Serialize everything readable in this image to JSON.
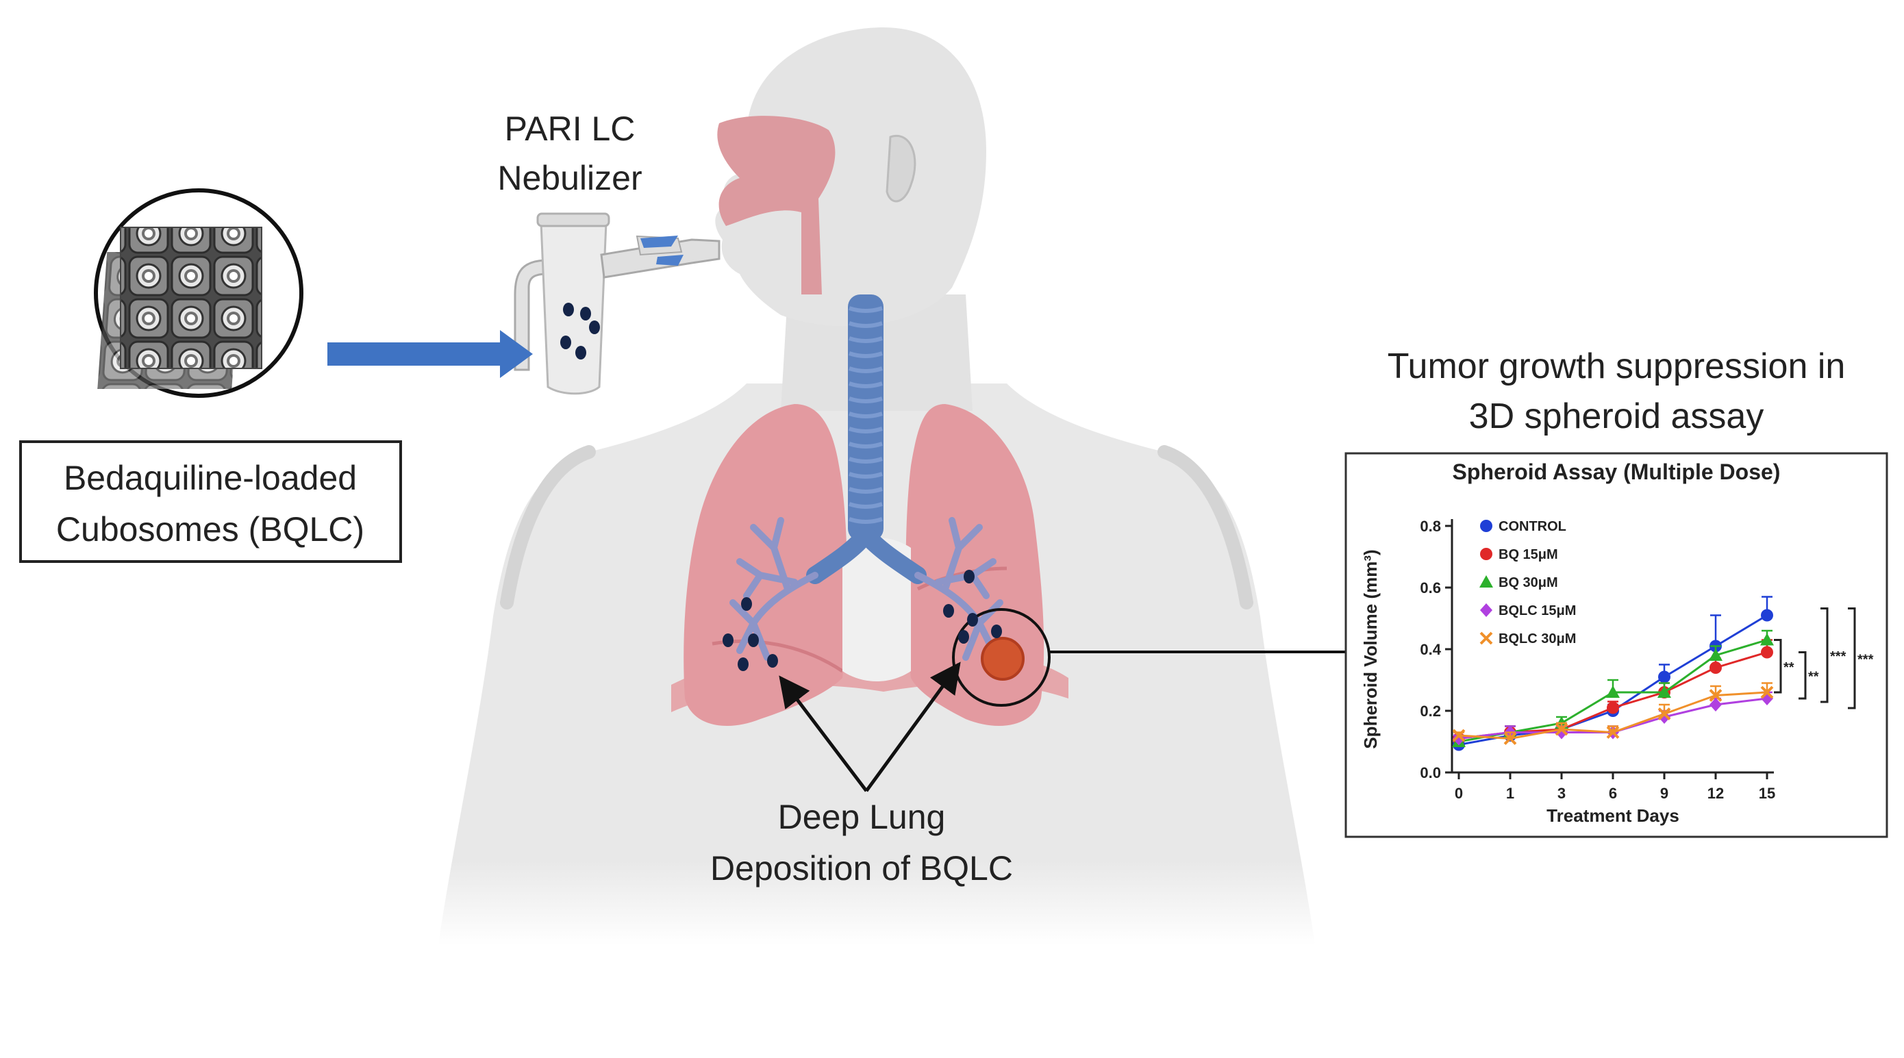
{
  "labels": {
    "nebulizer_line1": "PARI LC",
    "nebulizer_line2": "Nebulizer",
    "cubosome_line1": "Bedaquiline-loaded",
    "cubosome_line2": "Cubosomes (BQLC)",
    "deposition_line1": "Deep Lung",
    "deposition_line2": "Deposition of BQLC",
    "chart_heading_line1": "Tumor growth suppression in",
    "chart_heading_line2": "3D spheroid assay"
  },
  "colors": {
    "body": "#e6e6e6",
    "body_shadow": "#d2d2d2",
    "airway": "#dc9a9f",
    "lung": "#e39aa0",
    "lung_dark": "#d27c84",
    "bronchi": "#8d95c8",
    "trachea": "#5c81bd",
    "arrow": "#3f73c3",
    "particle": "#142448",
    "tumor": "#d1552e"
  },
  "chart_data": {
    "type": "line",
    "title": "Spheroid Assay (Multiple Dose)",
    "xlabel": "Treatment Days",
    "ylabel": "Spheroid Volume (mm³)",
    "x": [
      0,
      1,
      3,
      6,
      9,
      12,
      15
    ],
    "ylim": [
      0,
      0.8
    ],
    "yticks": [
      "0.0",
      "0.2",
      "0.4",
      "0.6",
      "0.8"
    ],
    "series": [
      {
        "name": "CONTROL",
        "color": "#1f3fd6",
        "marker": "circle",
        "values": [
          0.09,
          0.12,
          0.14,
          0.2,
          0.31,
          0.41,
          0.51
        ],
        "errors": [
          0.01,
          0.03,
          0.02,
          0.02,
          0.04,
          0.1,
          0.06
        ]
      },
      {
        "name": "BQ 15μM",
        "color": "#e02828",
        "marker": "circle",
        "values": [
          0.11,
          0.13,
          0.14,
          0.21,
          0.26,
          0.34,
          0.39
        ],
        "errors": [
          0.01,
          0.02,
          0.02,
          0.02,
          0.03,
          0.03,
          0.04
        ]
      },
      {
        "name": "BQ 30μM",
        "color": "#2cb02c",
        "marker": "triangle",
        "values": [
          0.1,
          0.13,
          0.16,
          0.26,
          0.26,
          0.38,
          0.43
        ],
        "errors": [
          0.01,
          0.02,
          0.02,
          0.04,
          0.03,
          0.03,
          0.03
        ]
      },
      {
        "name": "BQLC 15μM",
        "color": "#b040e0",
        "marker": "diamond",
        "values": [
          0.11,
          0.13,
          0.13,
          0.13,
          0.18,
          0.22,
          0.24
        ],
        "errors": [
          0.01,
          0.02,
          0.02,
          0.02,
          0.02,
          0.02,
          0.02
        ]
      },
      {
        "name": "BQLC 30μM",
        "color": "#f0902a",
        "marker": "cross",
        "values": [
          0.12,
          0.11,
          0.14,
          0.13,
          0.19,
          0.25,
          0.26
        ],
        "errors": [
          0.01,
          0.02,
          0.02,
          0.02,
          0.03,
          0.03,
          0.03
        ]
      }
    ],
    "significance": [
      {
        "label": "**",
        "from": "BQ 30μM",
        "to": "BQLC 30μM"
      },
      {
        "label": "**",
        "from": "BQ 15μM",
        "to": "BQLC 15μM"
      },
      {
        "label": "***",
        "from": "CONTROL",
        "to": "BQLC 30μM"
      },
      {
        "label": "***",
        "from": "CONTROL",
        "to": "BQLC 15μM"
      }
    ],
    "legend_position": "top-left",
    "grid": false
  }
}
